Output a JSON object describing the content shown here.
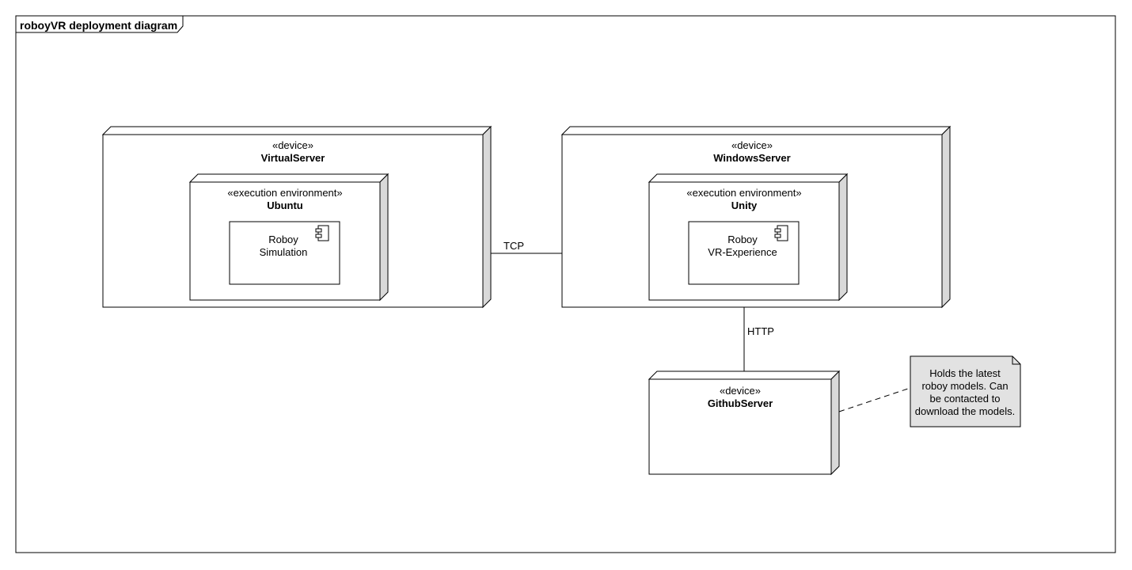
{
  "frame": {
    "title": "roboyVR deployment diagram"
  },
  "nodes": {
    "virtual_server": {
      "stereotype": "«device»",
      "name": "VirtualServer",
      "environment": {
        "stereotype": "«execution environment»",
        "name": "Ubuntu",
        "component": {
          "line1": "Roboy",
          "line2": "Simulation"
        }
      }
    },
    "windows_server": {
      "stereotype": "«device»",
      "name": "WindowsServer",
      "environment": {
        "stereotype": "«execution environment»",
        "name": "Unity",
        "component": {
          "line1": "Roboy",
          "line2": "VR-Experience"
        }
      }
    },
    "github_server": {
      "stereotype": "«device»",
      "name": "GithubServer"
    }
  },
  "connections": {
    "tcp": "TCP",
    "http": "HTTP"
  },
  "note": {
    "lines": [
      "Holds the latest",
      "roboy models. Can",
      "be contacted to",
      "download the models."
    ]
  },
  "colors": {
    "note_fill": "#e2e2e2",
    "node_side": "#d9d9d9",
    "stroke": "#000000",
    "background": "#ffffff"
  }
}
